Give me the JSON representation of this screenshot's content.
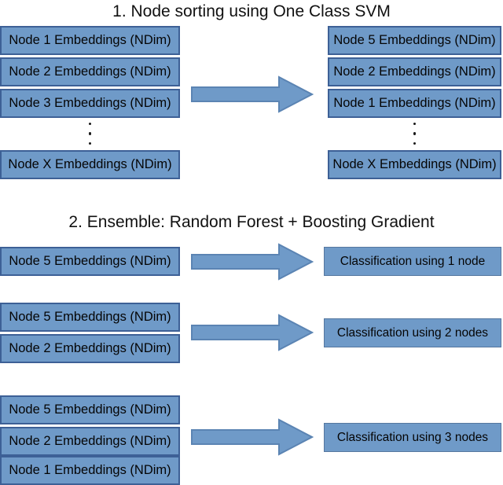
{
  "colors": {
    "box_fill": "#6f9ac8",
    "box_border": "#3d6096",
    "cbox_border": "#55779f",
    "arrow_fill": "#6f9ac8",
    "arrow_border": "#5b84b3"
  },
  "icons": {
    "right_arrow": "→",
    "vertical_ellipsis": "⋮"
  },
  "section1": {
    "title": "1. Node sorting using One Class SVM",
    "left_column": [
      "Node 1 Embeddings (NDim)",
      "Node 2 Embeddings (NDim)",
      "Node 3 Embeddings (NDim)",
      "Node X Embeddings (NDim)"
    ],
    "right_column": [
      "Node 5 Embeddings (NDim)",
      "Node 2 Embeddings (NDim)",
      "Node 1 Embeddings (NDim)",
      "Node X Embeddings (NDim)"
    ]
  },
  "section2": {
    "title": "2. Ensemble: Random Forest + Boosting Gradient",
    "rows": [
      {
        "inputs": [
          "Node 5 Embeddings (NDim)"
        ],
        "output": "Classification using 1 node"
      },
      {
        "inputs": [
          "Node 5 Embeddings (NDim)",
          "Node 2 Embeddings (NDim)"
        ],
        "output": "Classification using 2 nodes"
      },
      {
        "inputs": [
          "Node 5 Embeddings (NDim)",
          "Node 2 Embeddings (NDim)",
          "Node 1 Embeddings (NDim)"
        ],
        "output": "Classification using 3 nodes"
      }
    ]
  }
}
